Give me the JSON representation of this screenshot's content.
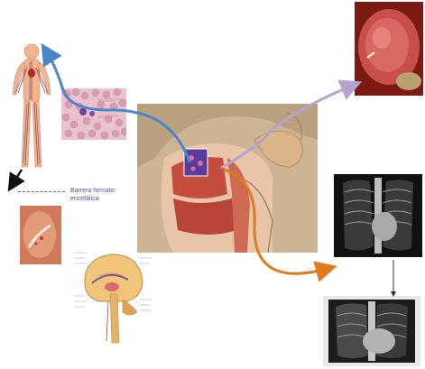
{
  "caption": {
    "line1": "Barrera hemato-",
    "line2": "encefálica"
  },
  "colors": {
    "blue_arrow": "#4a86c8",
    "lilac_arrow": "#b6a3cf",
    "orange_arrow": "#e07a1f",
    "black_arrow": "#111111",
    "gray_arrow": "#333333"
  },
  "icons": {
    "body": "human-circulatory-system",
    "blood": "blood-smear",
    "head": "nasopharynx-sagittal-section",
    "tonsil": "tonsil-photo",
    "xray1": "chest-xray",
    "xray2": "chest-xray-followup",
    "skin": "skin-lesion-photo",
    "brain": "brain-sagittal-diagram"
  }
}
